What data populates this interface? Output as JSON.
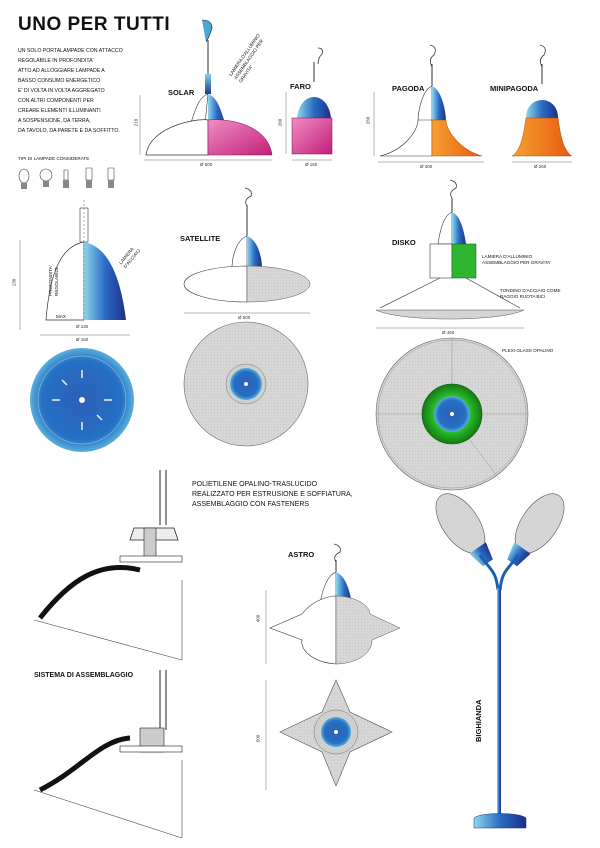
{
  "title": "UNO PER TUTTI",
  "intro": [
    "UN SOLO PORTALAMPADE CON ATTACCO",
    "REGOLABILE IN PROFONDITA'",
    "ATTO AD ALLOGGIARE LAMPADE A",
    "BASSO CONSUMO ENERGETICO",
    "E' DI VOLTA IN VOLTA AGGREGATO",
    "CON ALTRI COMPONENTI PER",
    "CREARE ELEMENTI ILLUMINANTI",
    "A SOSPENSIONE, DA TERRA,",
    "DA TAVOLO, DA PARETE E DA SOFFITTO."
  ],
  "lamp_types_label": "TIPI DI LAMPADE CONSIDERATE",
  "lamps": {
    "solar": {
      "name": "SOLAR",
      "note": "LAMIERA D'ALLUMINIO ASSEMBLAGGIO PER GRAVITA'",
      "height": "210",
      "diameter": "Ø 500"
    },
    "faro": {
      "name": "FARO",
      "height": "260",
      "diameter": "Ø 160"
    },
    "pagoda": {
      "name": "PAGODA",
      "height": "260",
      "diameter": "Ø 400"
    },
    "minipagoda": {
      "name": "MINIPAGODA",
      "diameter": "Ø 260"
    },
    "satellite": {
      "name": "SATELLITE",
      "diameter": "Ø 500"
    },
    "disko": {
      "name": "DISKO",
      "note1": "LAMIERA D'ALLUMINIO ASSEMBLAGGIO PER GRAVITA'",
      "note2": "TONDINO D'ACCIAIO COME RAGGIO RUOTA BICI",
      "diameter": "Ø 460",
      "plexi": "PLEXI-GLASS OPALINO"
    },
    "astro": {
      "name": "ASTRO",
      "height1": "400",
      "height2": "500"
    },
    "bighianda": {
      "name": "BIGHIANDA"
    }
  },
  "detail": {
    "lamiera": "LAMIERA D'ACCIAIO",
    "profondita": "PROFONDITA' REGOLABILE",
    "max": "MAX",
    "height": "130",
    "d130": "Ø 130",
    "d160": "Ø 160"
  },
  "polietilene": [
    "POLIETILENE OPALINO-TRASLUCIDO",
    "REALIZZATO PER ESTRUSIONE E SOFFIATURA,",
    "ASSEMBLAGGIO CON FASTENERS"
  ],
  "assembly_label": "SISTEMA DI ASSEMBLAGGIO",
  "colors": {
    "blue": "#1f6fc2",
    "magenta": "#d4358f",
    "orange": "#f07a10",
    "green": "#2aa32a",
    "grey": "#d4d4d4"
  }
}
